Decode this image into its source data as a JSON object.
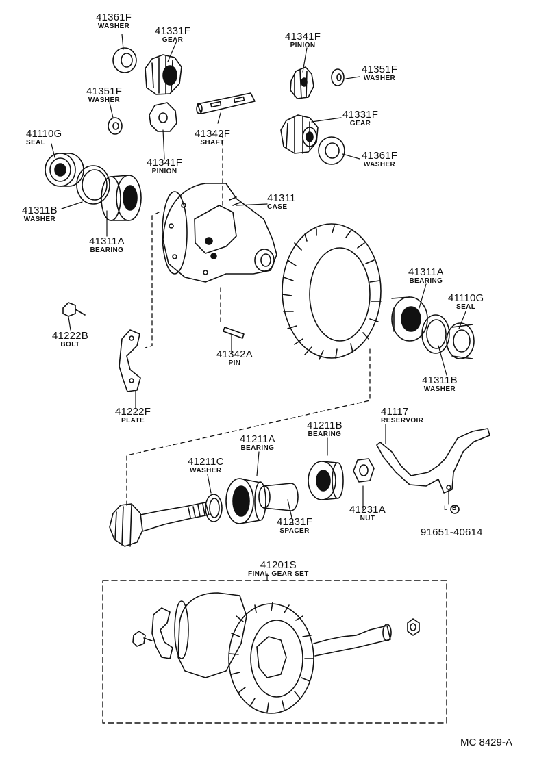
{
  "parts": {
    "p41361F_top": {
      "number": "41361F",
      "name": "WASHER"
    },
    "p41331F_top": {
      "number": "41331F",
      "name": "GEAR"
    },
    "p41341F_top": {
      "number": "41341F",
      "name": "PINION"
    },
    "p41351F_right": {
      "number": "41351F",
      "name": "WASHER"
    },
    "p41351F_left": {
      "number": "41351F",
      "name": "WASHER"
    },
    "p41342F": {
      "number": "41342F",
      "name": "SHAFT"
    },
    "p41331F_right": {
      "number": "41331F",
      "name": "GEAR"
    },
    "p41110G_left": {
      "number": "41110G",
      "name": "SEAL"
    },
    "p41341F_left": {
      "number": "41341F",
      "name": "PINION"
    },
    "p41361F_right": {
      "number": "41361F",
      "name": "WASHER"
    },
    "p41311B_left": {
      "number": "41311B",
      "name": "WASHER"
    },
    "p41311": {
      "number": "41311",
      "name": "CASE"
    },
    "p41311A_left": {
      "number": "41311A",
      "name": "BEARING"
    },
    "p41311A_right": {
      "number": "41311A",
      "name": "BEARING"
    },
    "p41110G_right": {
      "number": "41110G",
      "name": "SEAL"
    },
    "p41222B": {
      "number": "41222B",
      "name": "BOLT"
    },
    "p41342A": {
      "number": "41342A",
      "name": "PIN"
    },
    "p41311B_right": {
      "number": "41311B",
      "name": "WASHER"
    },
    "p41222F": {
      "number": "41222F",
      "name": "PLATE"
    },
    "p41117": {
      "number": "41117",
      "name": "RESERVOIR"
    },
    "p41211B": {
      "number": "41211B",
      "name": "BEARING"
    },
    "p41211A": {
      "number": "41211A",
      "name": "BEARING"
    },
    "p41211C": {
      "number": "41211C",
      "name": "WASHER"
    },
    "p41231F": {
      "number": "41231F",
      "name": "SPACER"
    },
    "p41231A": {
      "number": "41231A",
      "name": "NUT"
    },
    "p91651": {
      "number": "91651-40614",
      "name": ""
    },
    "p41201S": {
      "number": "41201S",
      "name": "FINAL GEAR SET"
    }
  },
  "bolt_marker": {
    "prefix": "L",
    "letter": "B"
  },
  "diagram_code": "MC 8429-A"
}
